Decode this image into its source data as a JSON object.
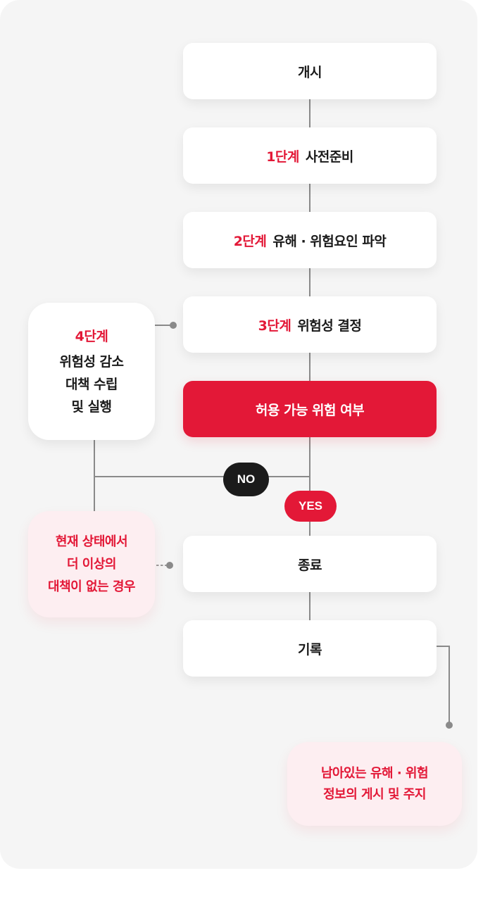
{
  "diagram": {
    "nodes": {
      "start": {
        "label": "개시"
      },
      "step1": {
        "step": "1단계",
        "label": "사전준비"
      },
      "step2": {
        "step": "2단계",
        "label": "유해 · 위험요인 파악"
      },
      "step3": {
        "step": "3단계",
        "label": "위험성 결정"
      },
      "decision": {
        "label": "허용 가능 위험 여부"
      },
      "step4": {
        "step": "4단계",
        "lines": [
          "위험성 감소",
          "대책 수립",
          "및 실행"
        ]
      },
      "no_more": {
        "lines": [
          "현재 상태에서",
          "더 이상의",
          "대책이 없는 경우"
        ]
      },
      "end": {
        "label": "종료"
      },
      "record": {
        "label": "기록"
      },
      "notice": {
        "lines": [
          "남아있는 유해 · 위험",
          "정보의 게시 및 주지"
        ]
      }
    },
    "branches": {
      "no": "NO",
      "yes": "YES"
    },
    "colors": {
      "accent": "#e31837",
      "dark": "#1b1b1b",
      "background": "#f5f5f5",
      "pink": "#fdeef1",
      "connector": "#8a8a8a"
    }
  }
}
